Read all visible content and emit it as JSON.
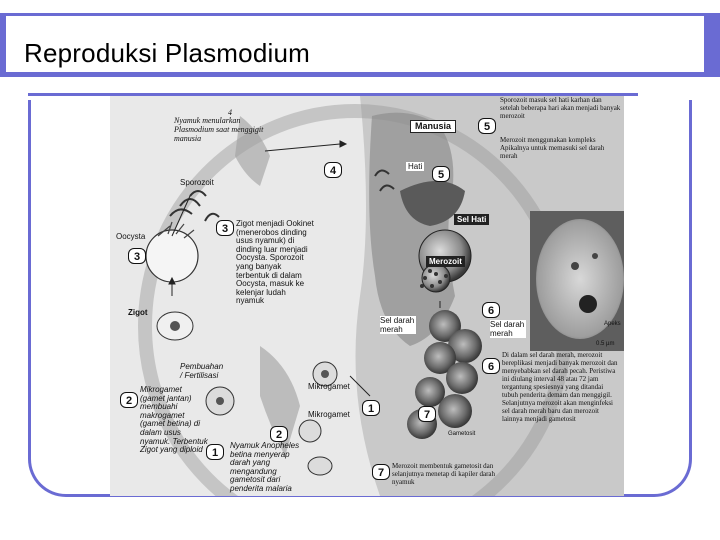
{
  "slide": {
    "title": "Reproduksi Plasmodium",
    "accent_color": "#6a6bd3"
  },
  "diagram": {
    "step4_header": "4",
    "mosquito_transmits": "Nyamuk menularkan Plasmodium saat menggigit manusia",
    "manusia": "Manusia",
    "hati": "Hati",
    "sel_hati": "Sel Hati",
    "merozoit": "Merozoit",
    "sporozoit": "Sporozoit",
    "oocysta": "Oocysta",
    "zigot": "Zigot",
    "mikrogamet_top": "Mikrogamet",
    "mikrogamet_bottom": "Mikrogamet",
    "gametosit": "Gametosit",
    "sel_darah_merah_left": "Sel darah merah",
    "sel_darah_merah_right": "Sel darah merah",
    "apeks": "Apeks",
    "scale_bar": "0.5 µm",
    "step5_text": "Sporozoit masuk sel hati karhan dan setelah beberapa hari akan menjadi banyak merozoit",
    "step5_text2": "Merozoit menggunakan kompleks Apikalnya untuk memasuki sel darah merah",
    "step3_text": "Zigot menjadi Ookinet (menerobos dinding usus nyamuk) di dinding luar menjadi Oocysta. Sporozoit yang banyak terbentuk di dalam Oocysta, masuk ke kelenjar ludah nyamuk",
    "fertilisasi": "Pembuahan / Fertilisasi",
    "step2_text": "Mikrogamet (gamet jantan) membuahi makrogamet (gamet betina) di dalam usus nyamuk. Terbentuk Zigot yang diploid",
    "step1_text": "Nyamuk Anopheles betina menyerap darah yang mengandung gametosit dari penderita malaria",
    "step6_text": "Di dalam sel darah merah, merozoit bereplikasi menjadi banyak merozoit dan menyebabkan sel darah pecah. Peristiwa ini diulang interval 48 atau 72 jam tergantung spesiesnya yang ditandai tubuh penderita demam dan menggigil. Selanjutnya merozoit akan menginfeksi sel darah merah baru dan merozoit lainnya menjadi gametosit",
    "step7_text": "Merozoit membentuk gametosit dan selanjutnya menetap di kapiler darah nyamuk",
    "numbers": {
      "n1a": "1",
      "n1b": "1",
      "n2a": "2",
      "n2b": "2",
      "n3a": "3",
      "n3b": "3",
      "n4": "4",
      "n5a": "5",
      "n5b": "5",
      "n6a": "6",
      "n6b": "6",
      "n7a": "7",
      "n7b": "7"
    }
  }
}
